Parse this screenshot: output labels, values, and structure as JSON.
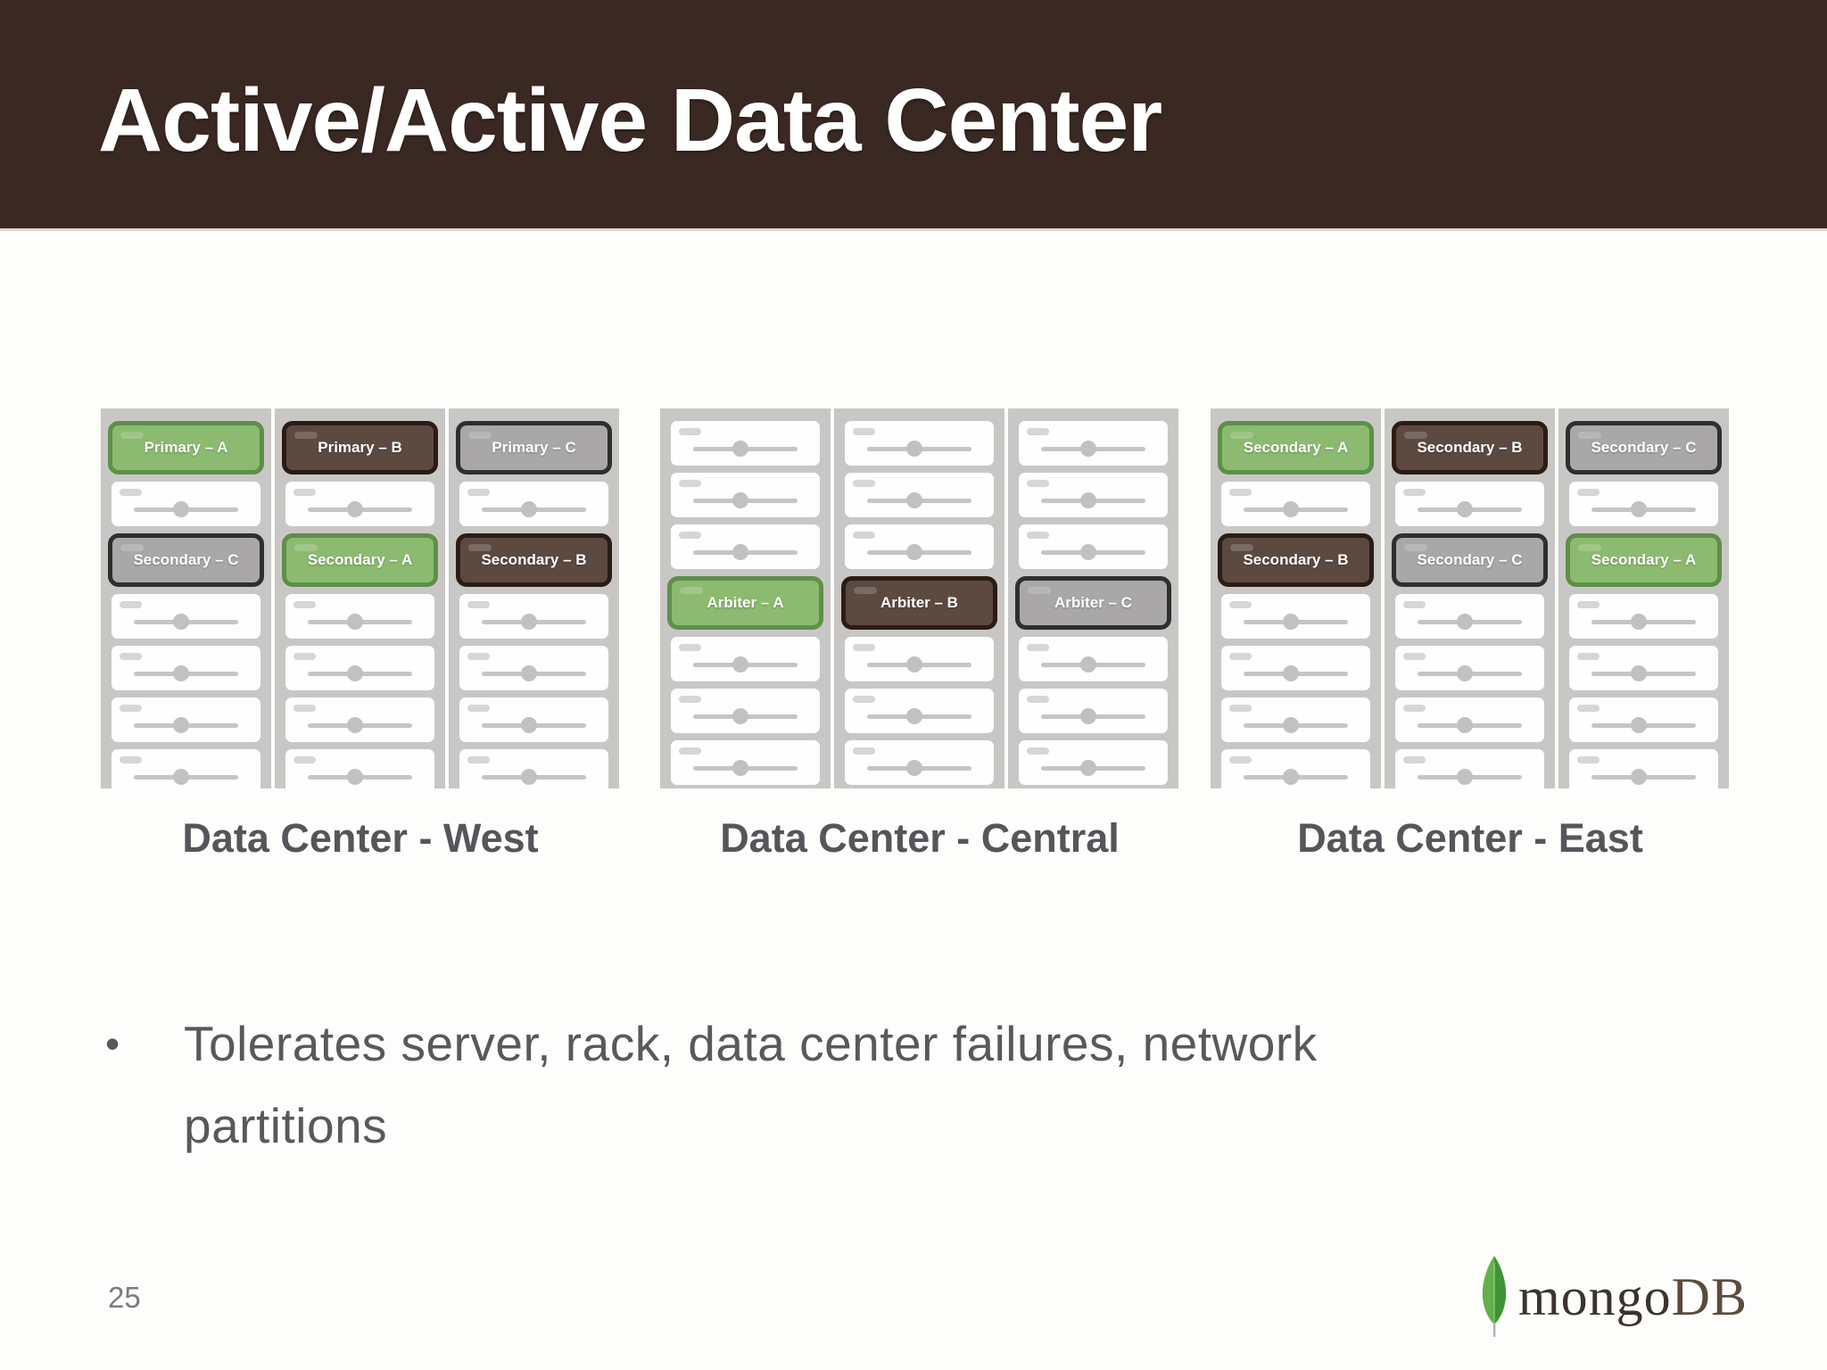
{
  "header": {
    "title": "Active/Active Data Center"
  },
  "colors": {
    "header_bg": "#3A2822",
    "rack_bg": "#C9C7C5",
    "node_green": "#8CBA70",
    "node_green_border": "#5D9048",
    "node_brown": "#5C4A41",
    "node_brown_border": "#2B1D15",
    "node_gray": "#A9A7A8",
    "node_gray_border": "#2F2F2E",
    "caption_text": "#55565A",
    "bullet_text": "#58595B",
    "logo_leaf_green": "#4CA33F"
  },
  "data_centers": [
    {
      "name": "Data Center - West",
      "racks": [
        {
          "slots": [
            {
              "type": "node",
              "style": "green",
              "label": "Primary – A"
            },
            {
              "type": "server"
            },
            {
              "type": "node",
              "style": "gray",
              "label": "Secondary – C"
            },
            {
              "type": "server"
            },
            {
              "type": "server"
            },
            {
              "type": "server"
            },
            {
              "type": "server"
            }
          ]
        },
        {
          "slots": [
            {
              "type": "node",
              "style": "brown",
              "label": "Primary – B"
            },
            {
              "type": "server"
            },
            {
              "type": "node",
              "style": "green",
              "label": "Secondary – A"
            },
            {
              "type": "server"
            },
            {
              "type": "server"
            },
            {
              "type": "server"
            },
            {
              "type": "server"
            }
          ]
        },
        {
          "slots": [
            {
              "type": "node",
              "style": "gray",
              "label": "Primary – C"
            },
            {
              "type": "server"
            },
            {
              "type": "node",
              "style": "brown",
              "label": "Secondary – B"
            },
            {
              "type": "server"
            },
            {
              "type": "server"
            },
            {
              "type": "server"
            },
            {
              "type": "server"
            }
          ]
        }
      ]
    },
    {
      "name": "Data Center - Central",
      "racks": [
        {
          "slots": [
            {
              "type": "server"
            },
            {
              "type": "server"
            },
            {
              "type": "server"
            },
            {
              "type": "node",
              "style": "green",
              "label": "Arbiter – A"
            },
            {
              "type": "server"
            },
            {
              "type": "server"
            },
            {
              "type": "server"
            }
          ]
        },
        {
          "slots": [
            {
              "type": "server"
            },
            {
              "type": "server"
            },
            {
              "type": "server"
            },
            {
              "type": "node",
              "style": "brown",
              "label": "Arbiter – B"
            },
            {
              "type": "server"
            },
            {
              "type": "server"
            },
            {
              "type": "server"
            }
          ]
        },
        {
          "slots": [
            {
              "type": "server"
            },
            {
              "type": "server"
            },
            {
              "type": "server"
            },
            {
              "type": "node",
              "style": "gray",
              "label": "Arbiter – C"
            },
            {
              "type": "server"
            },
            {
              "type": "server"
            },
            {
              "type": "server"
            }
          ]
        }
      ]
    },
    {
      "name": "Data Center - East",
      "racks": [
        {
          "slots": [
            {
              "type": "node",
              "style": "green",
              "label": "Secondary – A"
            },
            {
              "type": "server"
            },
            {
              "type": "node",
              "style": "brown",
              "label": "Secondary – B"
            },
            {
              "type": "server"
            },
            {
              "type": "server"
            },
            {
              "type": "server"
            },
            {
              "type": "server"
            }
          ]
        },
        {
          "slots": [
            {
              "type": "node",
              "style": "brown",
              "label": "Secondary – B"
            },
            {
              "type": "server"
            },
            {
              "type": "node",
              "style": "gray",
              "label": "Secondary – C"
            },
            {
              "type": "server"
            },
            {
              "type": "server"
            },
            {
              "type": "server"
            },
            {
              "type": "server"
            }
          ]
        },
        {
          "slots": [
            {
              "type": "node",
              "style": "gray",
              "label": "Secondary – C"
            },
            {
              "type": "server"
            },
            {
              "type": "node",
              "style": "green",
              "label": "Secondary – A"
            },
            {
              "type": "server"
            },
            {
              "type": "server"
            },
            {
              "type": "server"
            },
            {
              "type": "server"
            }
          ]
        }
      ]
    }
  ],
  "bullet": {
    "marker": "•",
    "text": "Tolerates server, rack, data center failures, network partitions"
  },
  "footer": {
    "page_number": "25",
    "logo_mongo": "mongo",
    "logo_db": "DB",
    "logo_icon": "mongodb-leaf-icon"
  }
}
